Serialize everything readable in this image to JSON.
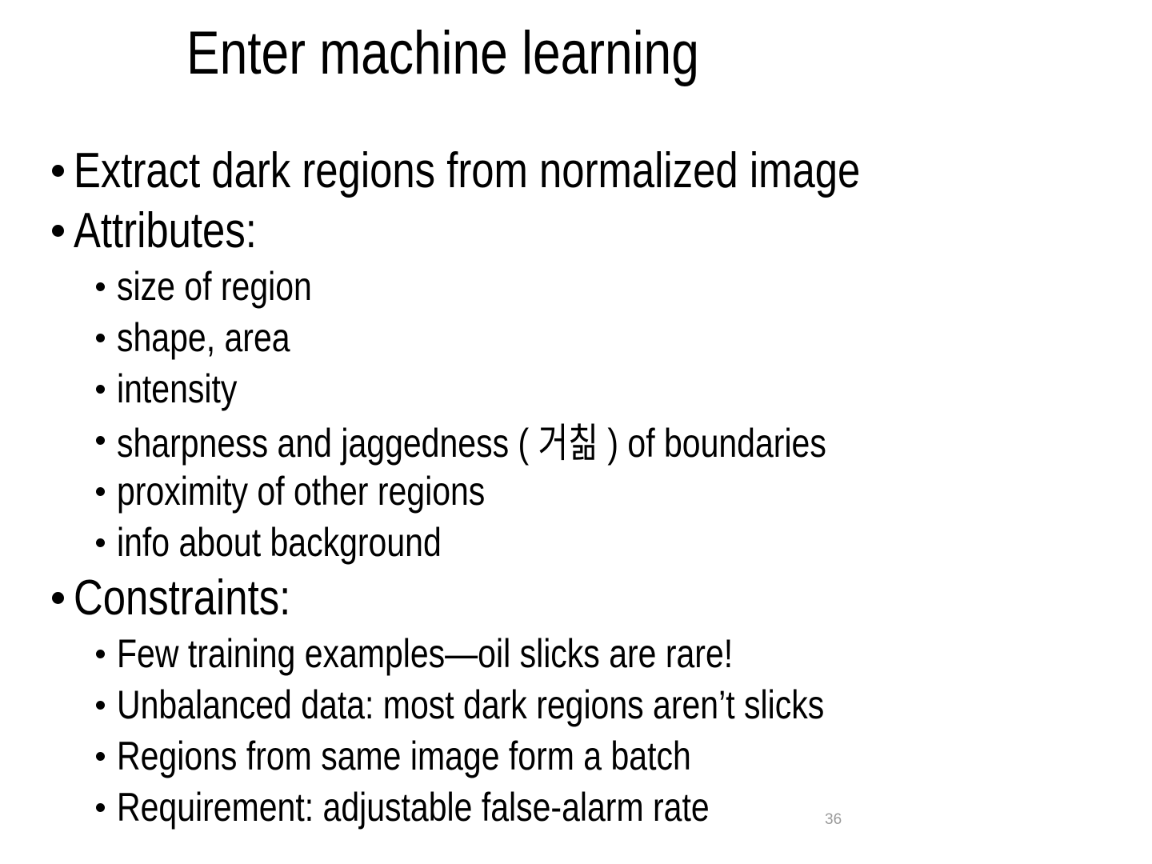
{
  "slide": {
    "title": "Enter machine learning",
    "page_number": "36",
    "bullets": [
      {
        "level": 1,
        "text": "Extract dark regions from normalized image"
      },
      {
        "level": 1,
        "text": "Attributes:"
      },
      {
        "level": 2,
        "text": "size of region"
      },
      {
        "level": 2,
        "text": "shape, area"
      },
      {
        "level": 2,
        "text": "intensity"
      },
      {
        "level": 2,
        "text": "sharpness and jaggedness ( 거칢 ) of boundaries"
      },
      {
        "level": 2,
        "text": "proximity of other regions"
      },
      {
        "level": 2,
        "text": "info about background"
      },
      {
        "level": 1,
        "text": "Constraints:"
      },
      {
        "level": 2,
        "text": "Few training examples—oil slicks are rare!"
      },
      {
        "level": 2,
        "text": "Unbalanced data: most dark regions aren’t slicks"
      },
      {
        "level": 2,
        "text": "Regions from same image form a batch"
      },
      {
        "level": 2,
        "text": "Requirement: adjustable false-alarm rate"
      }
    ],
    "colors": {
      "background": "#ffffff",
      "text": "#000000",
      "page_number": "#9a9a9a"
    }
  }
}
